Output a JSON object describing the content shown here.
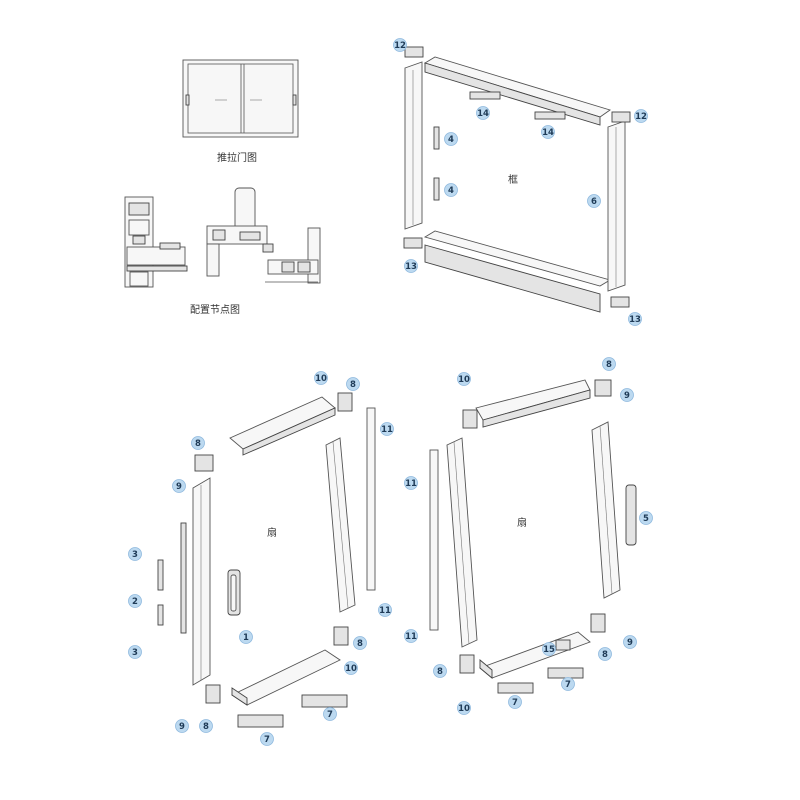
{
  "titles": {
    "sliding_door_view": "推拉门图",
    "config_nodes": "配置节点图",
    "frame": "框",
    "sash_left": "扇",
    "sash_right": "扇"
  },
  "callouts": [
    {
      "id": "c12a",
      "text": "12"
    },
    {
      "id": "c12b",
      "text": "12"
    },
    {
      "id": "c14a",
      "text": "14"
    },
    {
      "id": "c14b",
      "text": "14"
    },
    {
      "id": "c4a",
      "text": "4"
    },
    {
      "id": "c4b",
      "text": "4"
    },
    {
      "id": "c6",
      "text": "6"
    },
    {
      "id": "c13a",
      "text": "13"
    },
    {
      "id": "c13b",
      "text": "13"
    },
    {
      "id": "L10a",
      "text": "10"
    },
    {
      "id": "L8a",
      "text": "8"
    },
    {
      "id": "L8b",
      "text": "8"
    },
    {
      "id": "L9a",
      "text": "9"
    },
    {
      "id": "L11a",
      "text": "11"
    },
    {
      "id": "L11b",
      "text": "11"
    },
    {
      "id": "L3a",
      "text": "3"
    },
    {
      "id": "L2",
      "text": "2"
    },
    {
      "id": "L3b",
      "text": "3"
    },
    {
      "id": "L1",
      "text": "1"
    },
    {
      "id": "L8c",
      "text": "8"
    },
    {
      "id": "L10b",
      "text": "10"
    },
    {
      "id": "L9b",
      "text": "9"
    },
    {
      "id": "L8d",
      "text": "8"
    },
    {
      "id": "L7a",
      "text": "7"
    },
    {
      "id": "L7b",
      "text": "7"
    },
    {
      "id": "R10a",
      "text": "10"
    },
    {
      "id": "R8a",
      "text": "8"
    },
    {
      "id": "R9a",
      "text": "9"
    },
    {
      "id": "R11a",
      "text": "11"
    },
    {
      "id": "R5",
      "text": "5"
    },
    {
      "id": "R11b",
      "text": "11"
    },
    {
      "id": "R15",
      "text": "15"
    },
    {
      "id": "R8b",
      "text": "8"
    },
    {
      "id": "R9b",
      "text": "9"
    },
    {
      "id": "R8c",
      "text": "8"
    },
    {
      "id": "R7a",
      "text": "7"
    },
    {
      "id": "R7b",
      "text": "7"
    },
    {
      "id": "R10b",
      "text": "10"
    }
  ]
}
